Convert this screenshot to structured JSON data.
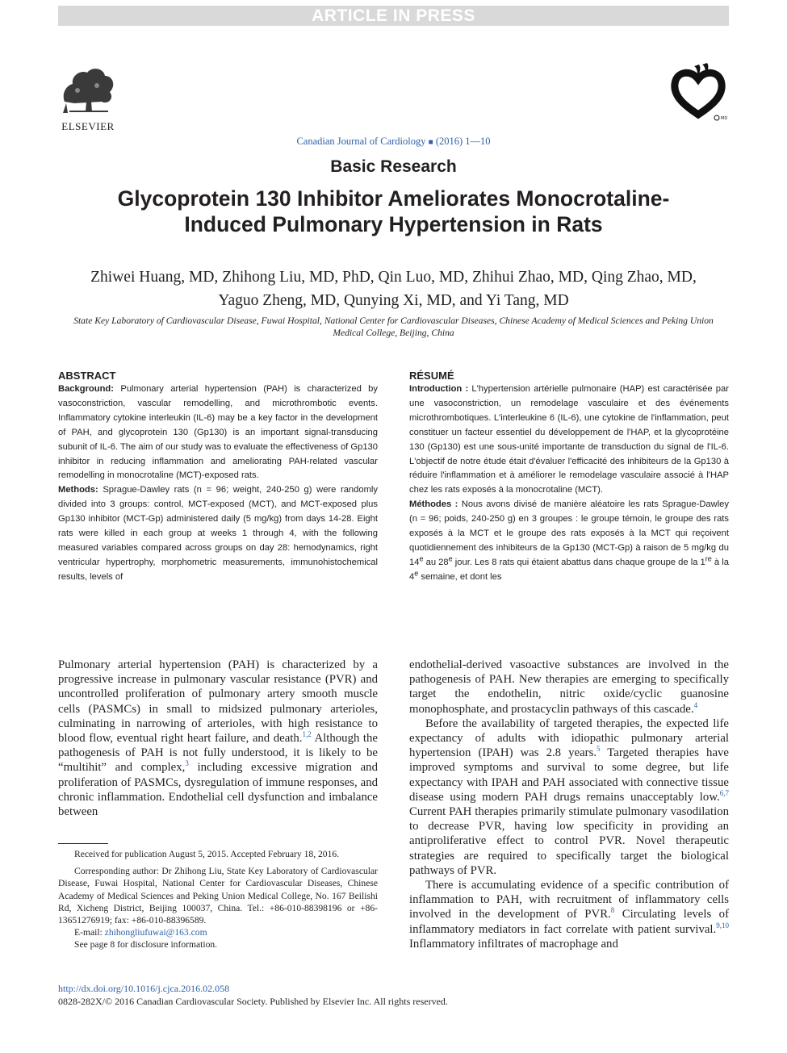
{
  "banner": "ARTICLE IN PRESS",
  "publisher": {
    "name": "ELSEVIER"
  },
  "journal_line": {
    "journal": "Canadian Journal of Cardiology",
    "separator": "■",
    "citation": "(2016) 1—10"
  },
  "section_type": "Basic Research",
  "title": "Glycoprotein 130 Inhibitor Ameliorates Monocrotaline-Induced Pulmonary Hypertension in Rats",
  "authors_line1": "Zhiwei Huang, MD, Zhihong Liu, MD, PhD, Qin Luo, MD, Zhihui Zhao, MD, Qing Zhao, MD,",
  "authors_line2": "Yaguo Zheng, MD, Qunying Xi, MD, and Yi Tang, MD",
  "affiliation": "State Key Laboratory of Cardiovascular Disease, Fuwai Hospital, National Center for Cardiovascular Diseases, Chinese Academy of Medical Sciences and Peking Union Medical College, Beijing, China",
  "abstract": {
    "heading": "ABSTRACT",
    "background_label": "Background:",
    "background": " Pulmonary arterial hypertension (PAH) is characterized by vasoconstriction, vascular remodelling, and microthrombotic events. Inflammatory cytokine interleukin (IL-6) may be a key factor in the development of PAH, and glycoprotein 130 (Gp130) is an important signal-transducing subunit of IL-6. The aim of our study was to evaluate the effectiveness of Gp130 inhibitor in reducing inflammation and ameliorating PAH-related vascular remodelling in monocrotaline (MCT)-exposed rats.",
    "methods_label": "Methods:",
    "methods": " Sprague-Dawley rats (n = 96; weight, 240-250 g) were randomly divided into 3 groups: control, MCT-exposed (MCT), and MCT-exposed plus Gp130 inhibitor (MCT-Gp) administered daily (5 mg/kg) from days 14-28. Eight rats were killed in each group at weeks 1 through 4, with the following measured variables compared across groups on day 28: hemodynamics, right ventricular hypertrophy, morphometric measurements, immunohistochemical results, levels of"
  },
  "resume": {
    "heading": "RÉSUMÉ",
    "intro_label": "Introduction :",
    "intro": " L'hypertension artérielle pulmonaire (HAP) est caractérisée par une vasoconstriction, un remodelage vasculaire et des événements microthrombotiques. L'interleukine 6 (IL-6), une cytokine de l'inflammation, peut constituer un facteur essentiel du développement de l'HAP, et la glycoprotéine 130 (Gp130) est une sous-unité importante de transduction du signal de l'IL-6. L'objectif de notre étude était d'évaluer l'efficacité des inhibiteurs de la Gp130 à réduire l'inflammation et à améliorer le remodelage vasculaire associé à l'HAP chez les rats exposés à la monocrotaline (MCT).",
    "methods_label": "Méthodes :",
    "methods_a": " Nous avons divisé de manière aléatoire les rats Sprague-Dawley (n = 96; poids, 240-250 g) en 3 groupes : le groupe témoin, le groupe des rats exposés à la MCT et le groupe des rats exposés à la MCT qui reçoivent quotidiennement des inhibiteurs de la Gp130 (MCT-Gp) à raison de 5 mg/kg du 14",
    "sup_e1": "e",
    "methods_b": " au 28",
    "sup_e2": "e",
    "methods_c": " jour. Les 8 rats qui étaient abattus dans chaque groupe de la 1",
    "sup_re": "re",
    "methods_d": " à la 4",
    "sup_e3": "e",
    "methods_e": " semaine, et dont les"
  },
  "body_left": {
    "p1_a": "Pulmonary arterial hypertension (PAH) is characterized by a progressive increase in pulmonary vascular resistance (PVR) and uncontrolled proliferation of pulmonary artery smooth muscle cells (PASMCs) in small to midsized pulmonary arterioles, culminating in narrowing of arterioles, with high resistance to blood flow, eventual right heart failure, and death.",
    "ref_1_2": "1,2",
    "p1_b": " Although the pathogenesis of PAH is not fully understood, it is likely to be “multihit” and complex,",
    "ref_3": "3",
    "p1_c": " including excessive migration and proliferation of PASMCs, dysregulation of immune responses, and chronic inflammation. Endothelial cell dysfunction and imbalance between"
  },
  "body_right": {
    "p1_a": "endothelial-derived vasoactive substances are involved in the pathogenesis of PAH. New therapies are emerging to specifically target the endothelin, nitric oxide/cyclic guanosine monophosphate, and prostacyclin pathways of this cascade.",
    "ref_4": "4",
    "p2_a": "Before the availability of targeted therapies, the expected life expectancy of adults with idiopathic pulmonary arterial hypertension (IPAH) was 2.8 years.",
    "ref_5": "5",
    "p2_b": " Targeted therapies have improved symptoms and survival to some degree, but life expectancy with IPAH and PAH associated with connective tissue disease using modern PAH drugs remains unacceptably low.",
    "ref_6_7": "6,7",
    "p2_c": " Current PAH therapies primarily stimulate pulmonary vasodilation to decrease PVR, having low specificity in providing an antiproliferative effect to control PVR. Novel therapeutic strategies are required to specifically target the biological pathways of PVR.",
    "p3_a": "There is accumulating evidence of a specific contribution of inflammation to PAH, with recruitment of inflammatory cells involved in the development of PVR.",
    "ref_8": "8",
    "p3_b": " Circulating levels of inflammatory mediators in fact correlate with patient survival.",
    "ref_9_10": "9,10",
    "p3_c": " Inflammatory infiltrates of macrophage and"
  },
  "footnotes": {
    "received": "Received for publication August 5, 2015. Accepted February 18, 2016.",
    "corresponding": "Corresponding author: Dr Zhihong Liu, State Key Laboratory of Cardiovascular Disease, Fuwai Hospital, National Center for Cardiovascular Diseases, Chinese Academy of Medical Sciences and Peking Union Medical College, No. 167 Beilishi Rd, Xicheng District, Beijing 100037, China. Tel.: +86-010-88398196 or +86-13651276919; fax: +86-010-88396589.",
    "email_label": "E-mail: ",
    "email": "zhihongliufuwai@163.com",
    "disclosure": "See page 8 for disclosure information."
  },
  "doi": "http://dx.doi.org/10.1016/j.cjca.2016.02.058",
  "copyright": "0828-282X/© 2016 Canadian Cardiovascular Society. Published by Elsevier Inc. All rights reserved.",
  "colors": {
    "link": "#2d5fa6",
    "banner_bg": "#d9d9d9",
    "text": "#231f20"
  }
}
